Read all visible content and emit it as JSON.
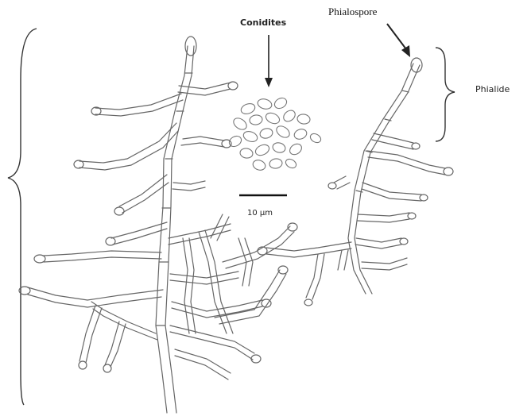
{
  "labels": {
    "conidia": "Conidites",
    "phialospore": "Phialospore",
    "phialide": "Phialide",
    "scale": "10 µm"
  },
  "colors": {
    "line": "#5a5a5a",
    "background": "#ffffff"
  }
}
